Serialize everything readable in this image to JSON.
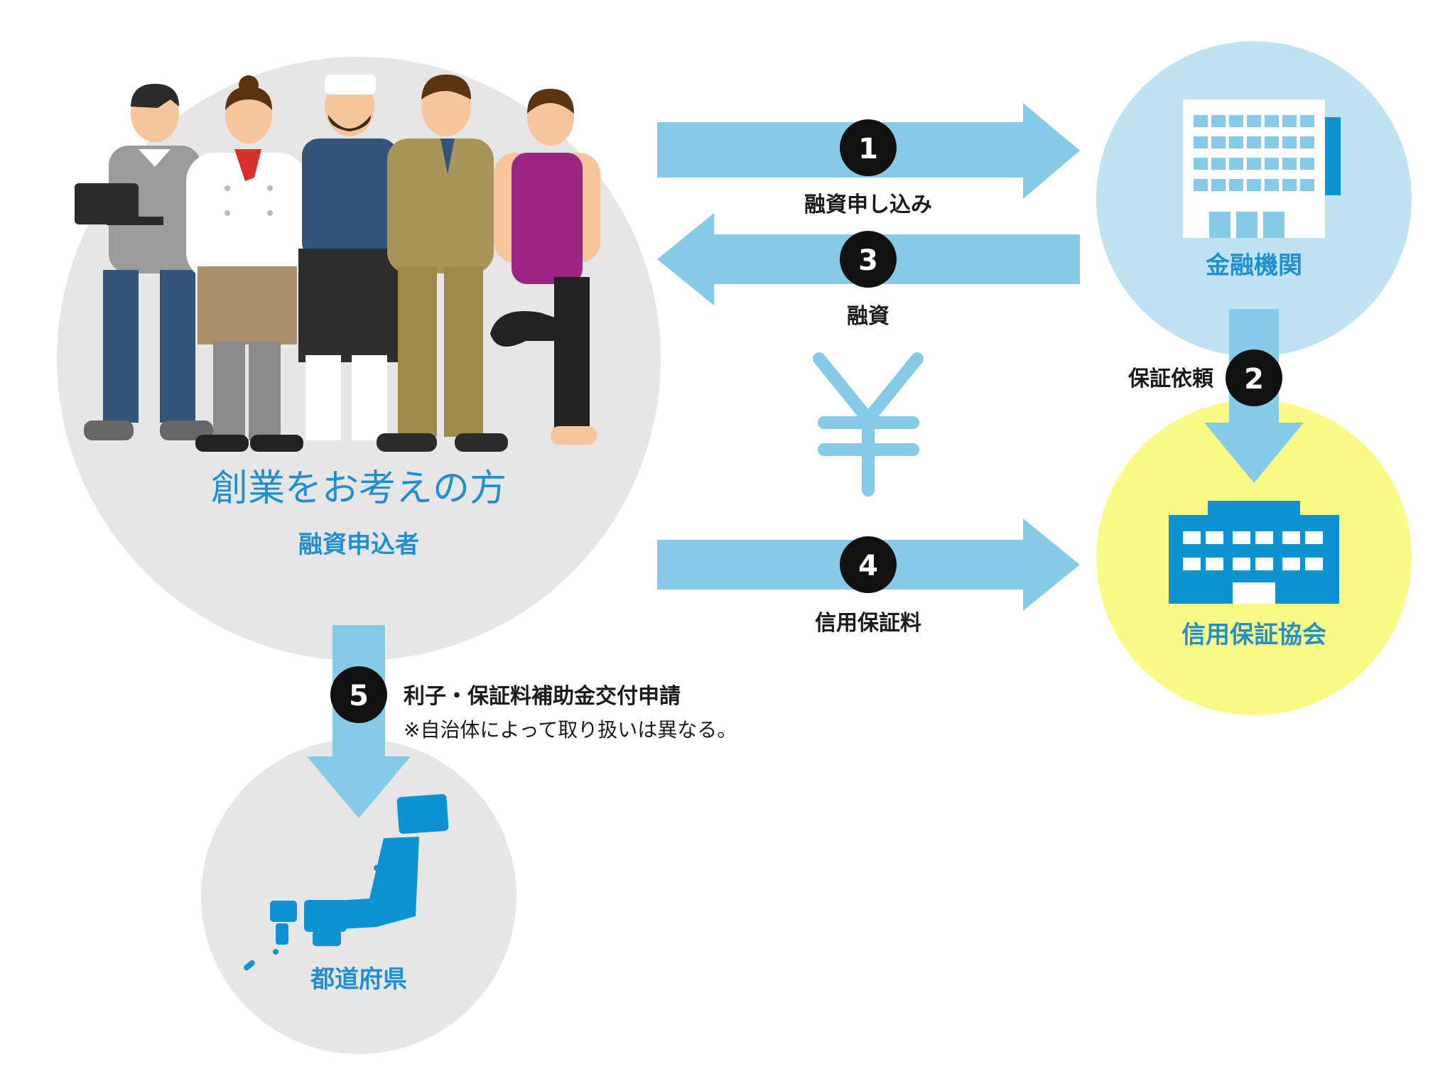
{
  "applicant": {
    "title": "創業をお考えの方",
    "subtitle": "融資申込者"
  },
  "bank": {
    "label": "金融機関"
  },
  "guarantee": {
    "label": "信用保証協会"
  },
  "prefecture": {
    "label": "都道府県"
  },
  "steps": [
    {
      "number": "1",
      "label": "融資申し込み"
    },
    {
      "number": "2",
      "label": "保証依頼"
    },
    {
      "number": "3",
      "label": "融資"
    },
    {
      "number": "4",
      "label": "信用保証料"
    },
    {
      "number": "5",
      "label": "利子・保証料補助金交付申請",
      "note": "※自治体によって取り扱いは異なる。"
    }
  ],
  "currency_symbol": "¥",
  "colors": {
    "arrow": "#85cbe8",
    "text_blue": "#1f8fcf",
    "icon_blue": "#0d93d3",
    "circle_gray": "#e6e6e6",
    "circle_light_blue": "#bfe3f2",
    "circle_yellow": "#fbfa86",
    "badge": "#111111"
  }
}
